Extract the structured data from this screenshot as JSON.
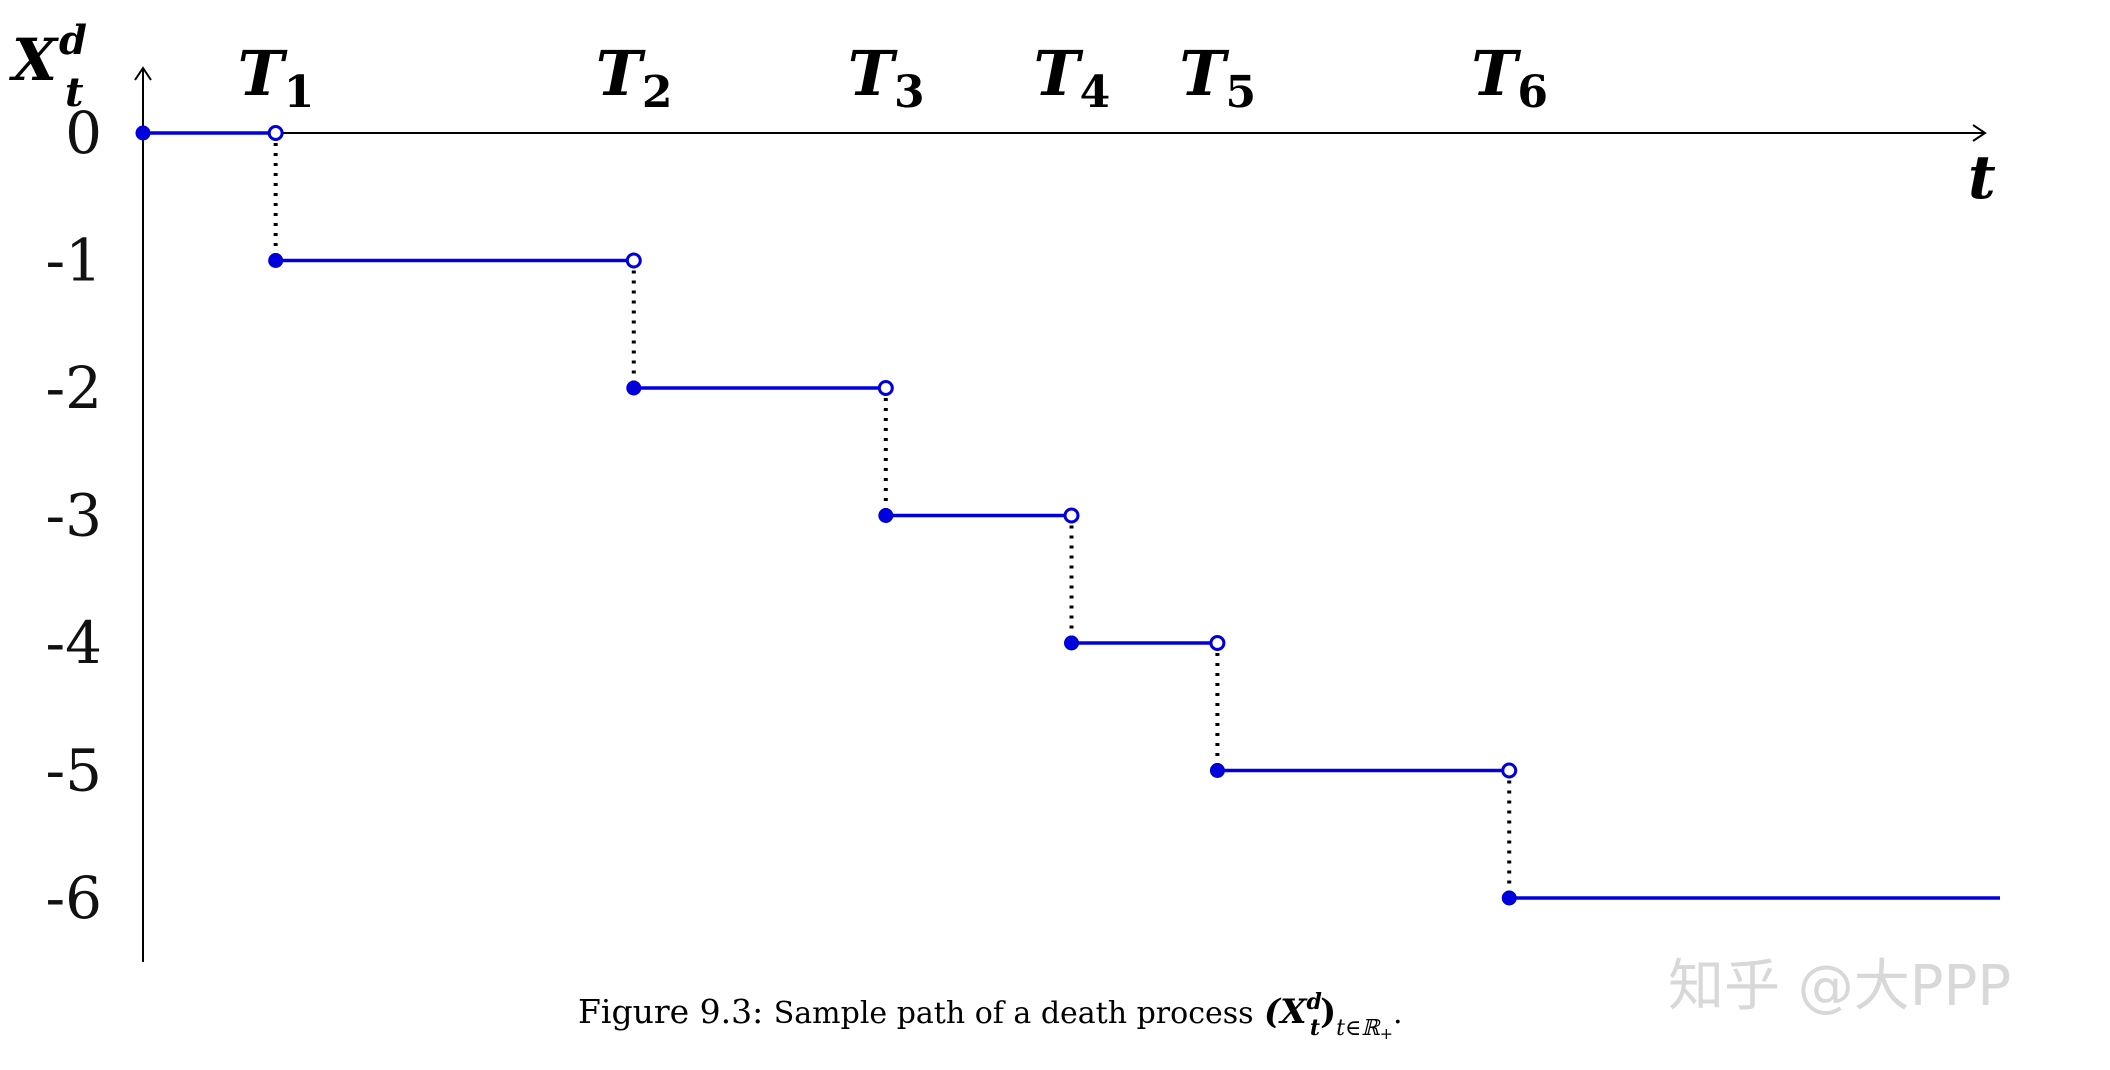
{
  "chart_data": {
    "type": "line",
    "step": true,
    "y_axis_label": {
      "main": "X",
      "sup": "d",
      "sub": "t"
    },
    "x_axis_label": "t",
    "yticks": [
      "0",
      "-1",
      "-2",
      "-3",
      "-4",
      "-5",
      "-6"
    ],
    "ylim": [
      -6.5,
      0.5
    ],
    "jump_labels": [
      {
        "main": "T",
        "sub": "1"
      },
      {
        "main": "T",
        "sub": "2"
      },
      {
        "main": "T",
        "sub": "3"
      },
      {
        "main": "T",
        "sub": "4"
      },
      {
        "main": "T",
        "sub": "5"
      },
      {
        "main": "T",
        "sub": "6"
      }
    ],
    "jump_times": [
      1.0,
      3.7,
      5.6,
      7.0,
      8.1,
      10.3
    ],
    "xlim": [
      0,
      14
    ],
    "segments": [
      {
        "x_start": 0.0,
        "x_end": 1.0,
        "y": 0,
        "open_end": true
      },
      {
        "x_start": 1.0,
        "x_end": 3.7,
        "y": -1,
        "open_end": true
      },
      {
        "x_start": 3.7,
        "x_end": 5.6,
        "y": -2,
        "open_end": true
      },
      {
        "x_start": 5.6,
        "x_end": 7.0,
        "y": -3,
        "open_end": true
      },
      {
        "x_start": 7.0,
        "x_end": 8.1,
        "y": -4,
        "open_end": true
      },
      {
        "x_start": 8.1,
        "x_end": 10.3,
        "y": -5,
        "open_end": true
      },
      {
        "x_start": 10.3,
        "x_end": 14.0,
        "y": -6,
        "open_end": false
      }
    ],
    "colors": {
      "path": "#0000dd",
      "axis": "#000000",
      "guide": "#000000"
    }
  },
  "caption": {
    "prefix": "Figure 9.3:",
    "text": "Sample path of a death process",
    "math_main": "(X",
    "math_sup": "d",
    "math_sub": "t",
    "math_close": ")",
    "math_tail_sub": "t∈ℝ",
    "math_tail_subsub": "+",
    "end": "."
  },
  "watermark": "知乎 @大PPP"
}
